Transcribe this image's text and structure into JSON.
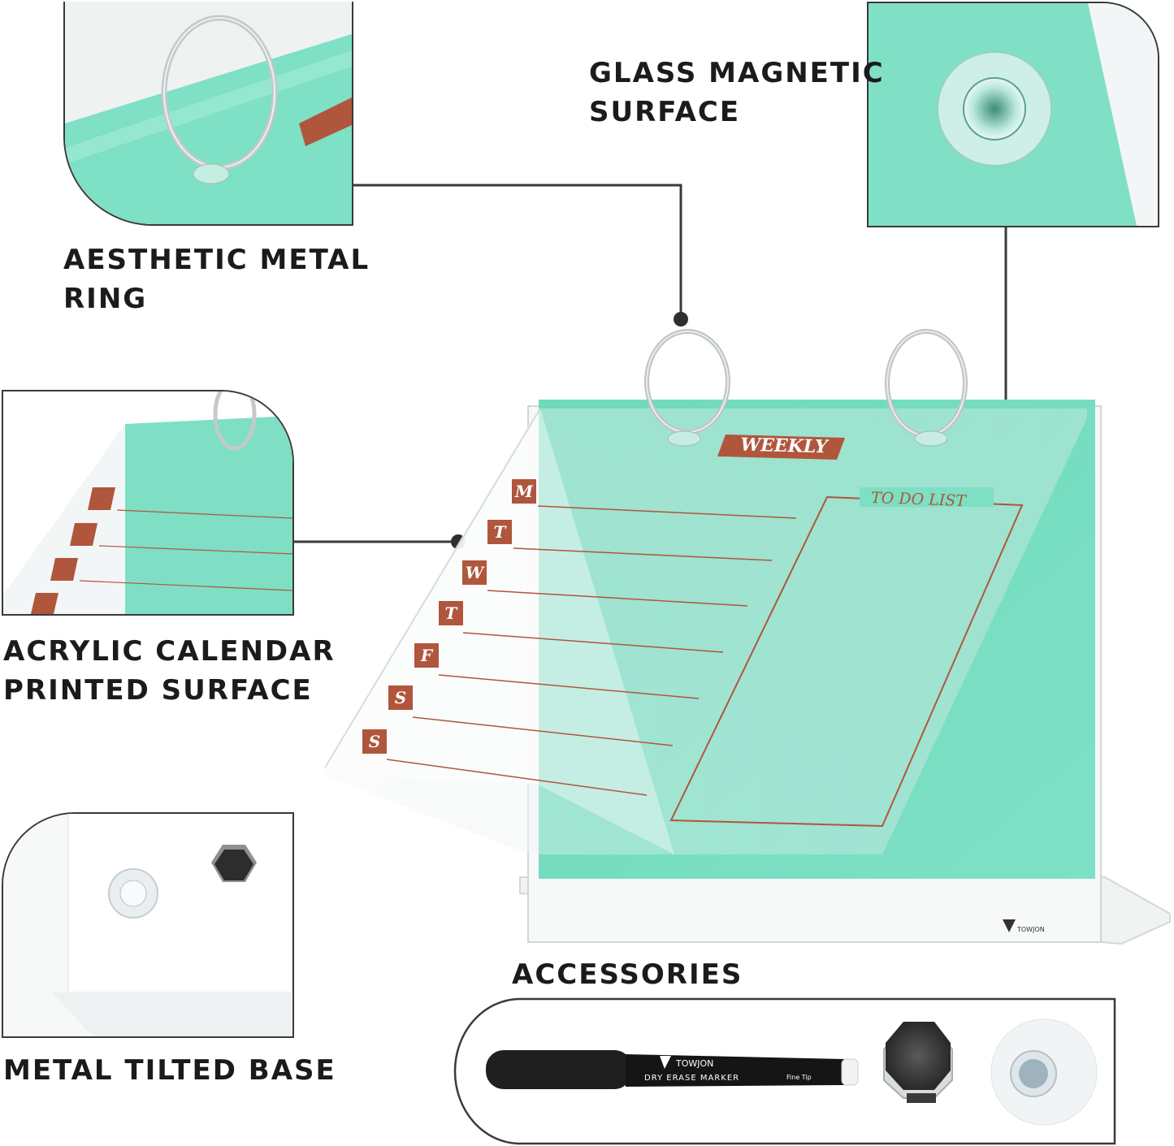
{
  "labels": {
    "glass": [
      "GLASS MAGNETIC",
      "SURFACE"
    ],
    "ring": [
      "AESTHETIC METAL",
      "RING"
    ],
    "acrylic": [
      "ACRYLIC CALENDAR",
      "PRINTED SURFACE"
    ],
    "base": [
      "METAL TILTED BASE"
    ],
    "accessories": [
      "ACCESSORIES"
    ]
  },
  "board": {
    "title": "WEEKLY",
    "todo_title": "TO DO LIST",
    "days": [
      "M",
      "T",
      "W",
      "T",
      "F",
      "S",
      "S"
    ],
    "brand": "TOWJON"
  },
  "marker": {
    "brand": "TOWJON",
    "label": "DRY ERASE MARKER",
    "tip": "Fine Tip"
  },
  "colors": {
    "board_green": "#74dcc0",
    "accent_brown": "#b0563c",
    "line": "#3a3a3a"
  }
}
